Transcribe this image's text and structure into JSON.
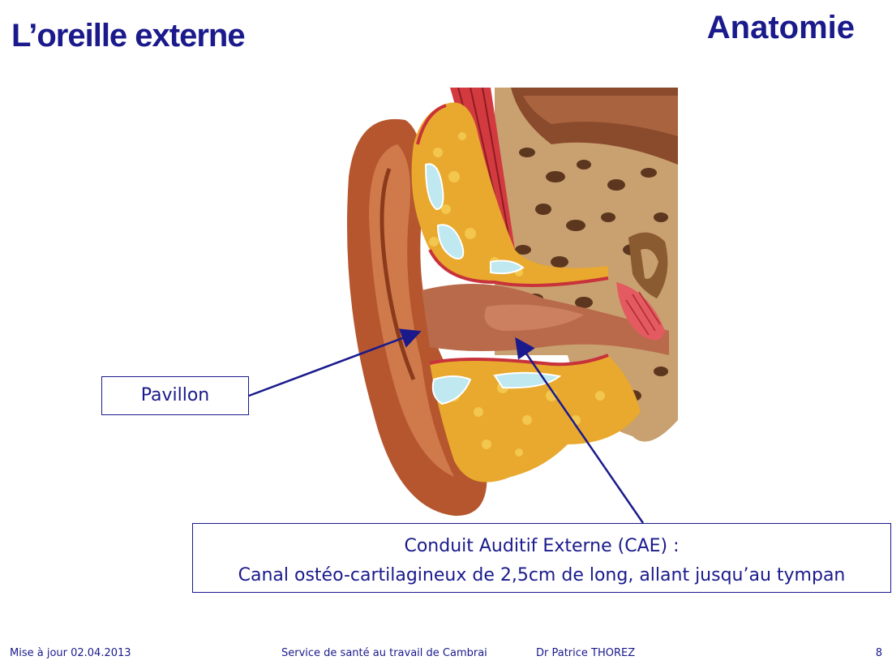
{
  "slide": {
    "title": "L’oreille externe",
    "section": "Anatomie"
  },
  "labels": {
    "pavillon": "Pavillon",
    "cae_title": "Conduit Auditif Externe (CAE) :",
    "cae_desc": "Canal ostéo-cartilagineux de 2,5cm de long, allant jusqu’au tympan"
  },
  "footer": {
    "updated": "Mise à jour 02.04.2013",
    "service": "Service de santé au travail de Cambrai",
    "author": "Dr Patrice THOREZ",
    "page": "8"
  },
  "colors": {
    "accent": "#1a1a8c",
    "skin": "#b5562f",
    "fat": "#e8a92e",
    "bone": "#5a2e14",
    "vessel": "#c8323a"
  }
}
